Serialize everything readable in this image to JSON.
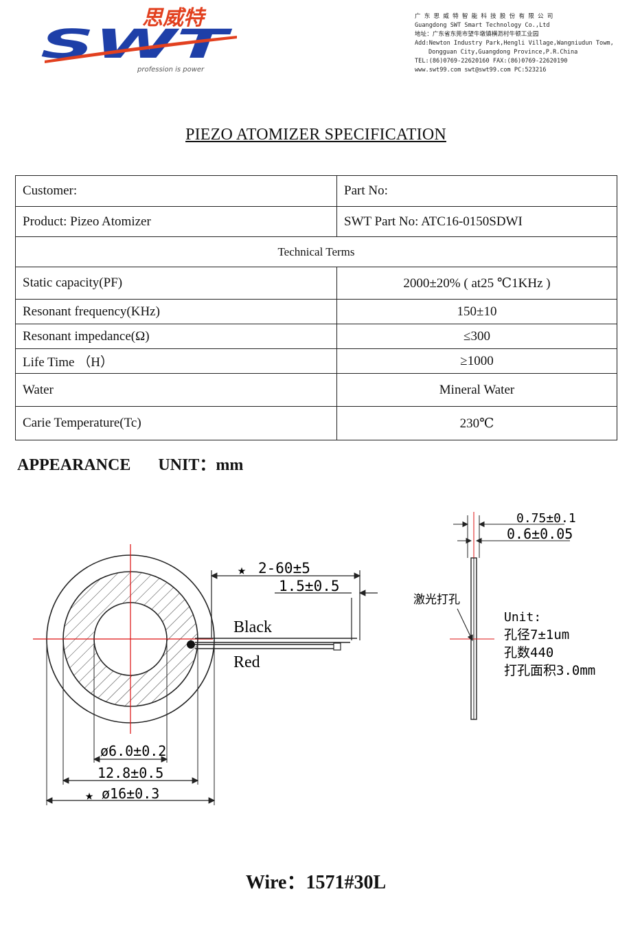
{
  "header": {
    "logo_cn": "思威特",
    "logo_en": "SWT",
    "slogan": "profession is power",
    "company_cn": "广 东 思 威 特 智 能 科 技 股 份 有 限 公 司",
    "company_en": "Guangdong SWT Smart Technology Co.,Ltd",
    "address_cn": "地址：广东省东莞市望牛墩镇横沥村牛顿工业园",
    "address_en_1": "Add:Newton Industry Park,Hengli Village,Wangniudun Towm,",
    "address_en_2": "Dongguan City,Guangdong Province,P.R.China",
    "tel_fax": "TEL:(86)0769-22620160    FAX:(86)0769-22620190",
    "web_email": "www.swt99.com   swt@swt99.com  PC:523216",
    "colors": {
      "logo_blue": "#1e3fa8",
      "logo_red": "#e2401f"
    }
  },
  "title": "PIEZO ATOMIZER SPECIFICATION",
  "table": {
    "customer": "Customer:",
    "part_no": "Part No:",
    "product": "Product: Pizeo Atomizer",
    "swt_part_no": "SWT Part No: ATC16-0150SDWI",
    "technical_terms": "Technical Terms",
    "rows": [
      {
        "name": "Static capacity(PF)",
        "value": "2000±20% ( at25 ℃1KHz )"
      },
      {
        "name": "Resonant frequency(KHz)",
        "value": "150±10"
      },
      {
        "name": "Resonant impedance(Ω)",
        "value": "≤300"
      },
      {
        "name": "Life Time （H）",
        "value": "≥1000"
      },
      {
        "name": "Water",
        "value": "Mineral Water"
      },
      {
        "name": "Carie Temperature(Tc)",
        "value": "230℃"
      }
    ]
  },
  "appearance": {
    "label": "APPEARANCE",
    "unit": "UNIT：mm"
  },
  "drawing": {
    "wire_length": "2-60±5",
    "strip_length": "1.5±0.5",
    "black": "Black",
    "red": "Red",
    "inner_dia": "ø6.0±0.2",
    "mid_dia": "12.8±0.5",
    "outer_dia": "ø16±0.3",
    "thickness_total": "0.75±0.1",
    "thickness_plate": "0.6±0.05",
    "laser_hole": "激光打孔",
    "unit_label": "Unit:",
    "hole_dia": "孔径7±1um",
    "hole_count": "孔数440",
    "hole_area": "打孔面积3.0mm",
    "star": "★"
  },
  "wire": "Wire：1571#30L"
}
